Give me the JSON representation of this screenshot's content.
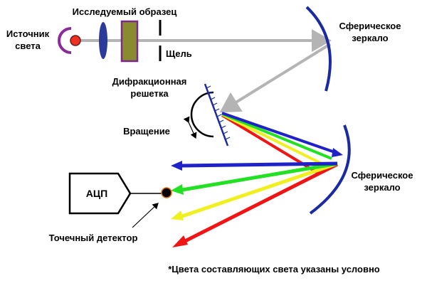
{
  "labels": {
    "light_source_line1": "Источник",
    "light_source_line2": "света",
    "sample": "Исследуемый образец",
    "slit": "Щель",
    "mirror1_line1": "Сферическое",
    "mirror1_line2": "зеркало",
    "grating_line1": "Дифракционная",
    "grating_line2": "решетка",
    "rotation": "Вращение",
    "mirror2_line1": "Сферическое",
    "mirror2_line2": "зеркало",
    "adc": "АЦП",
    "detector": "Точечный детектор",
    "footnote": "*Цвета составляющих света указаны условно"
  },
  "colors": {
    "mirror": "#1a2aa0",
    "beam_gray": "#b4b4b4",
    "beam_blue": "#1e22c8",
    "beam_green": "#22e022",
    "beam_yellow": "#f0f020",
    "beam_red": "#f01414",
    "lamp_red": "#f03020",
    "reflector_purple": "#8b2a9a",
    "lens_blue": "#2c3a9a",
    "sample_fill": "#8a8a30",
    "sample_border": "#7a2a8a",
    "detector_orange": "#e07010"
  },
  "icons": {
    "source": "lamp-icon",
    "lens": "lens-icon",
    "detector": "point-detector-icon",
    "rotation": "double-arrow-icon"
  }
}
